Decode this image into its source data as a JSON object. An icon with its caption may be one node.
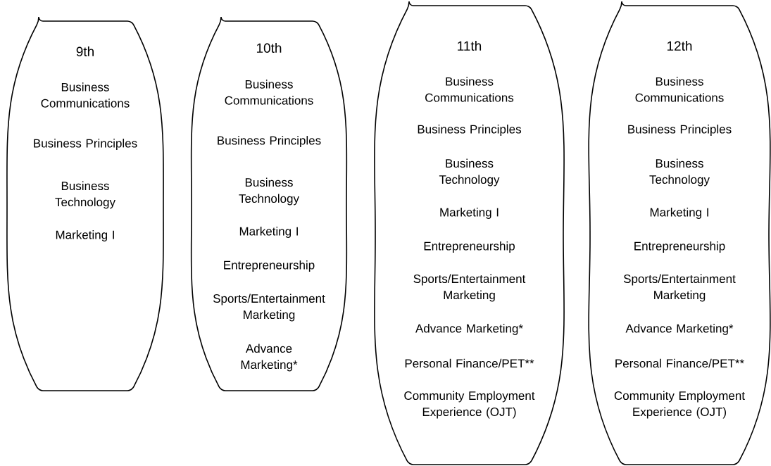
{
  "diagram": {
    "nodes": [
      {
        "text": [
          "9th",
          "Business Communications",
          "Business Principles",
          "Business Technology",
          "Marketing I"
        ]
      },
      {
        "text": [
          "10th",
          "Business Communications",
          "Business Principles",
          "Business Technology",
          "Marketing I",
          "Entrepreneurship",
          "Sports/Entertainment Marketing",
          "Advance Marketing*"
        ]
      },
      {
        "text": [
          "11th",
          "Business Communications",
          "Business Principles",
          "Business Technology",
          "Marketing I",
          "Entrepreneurship",
          "Sports/Entertainment Marketing",
          "Advance Marketing*",
          "Personal Finance/PET**",
          "Community Employment Experience (OJT)"
        ]
      },
      {
        "text": [
          "12th",
          "Business Communications",
          "Business Principles",
          "Business Technology",
          "Marketing I",
          "Entrepreneurship",
          "Sports/Entertainment Marketing",
          "Advance Marketing*",
          "Personal Finance/PET**",
          "Community Employment Experience (OJT)"
        ]
      }
    ]
  }
}
